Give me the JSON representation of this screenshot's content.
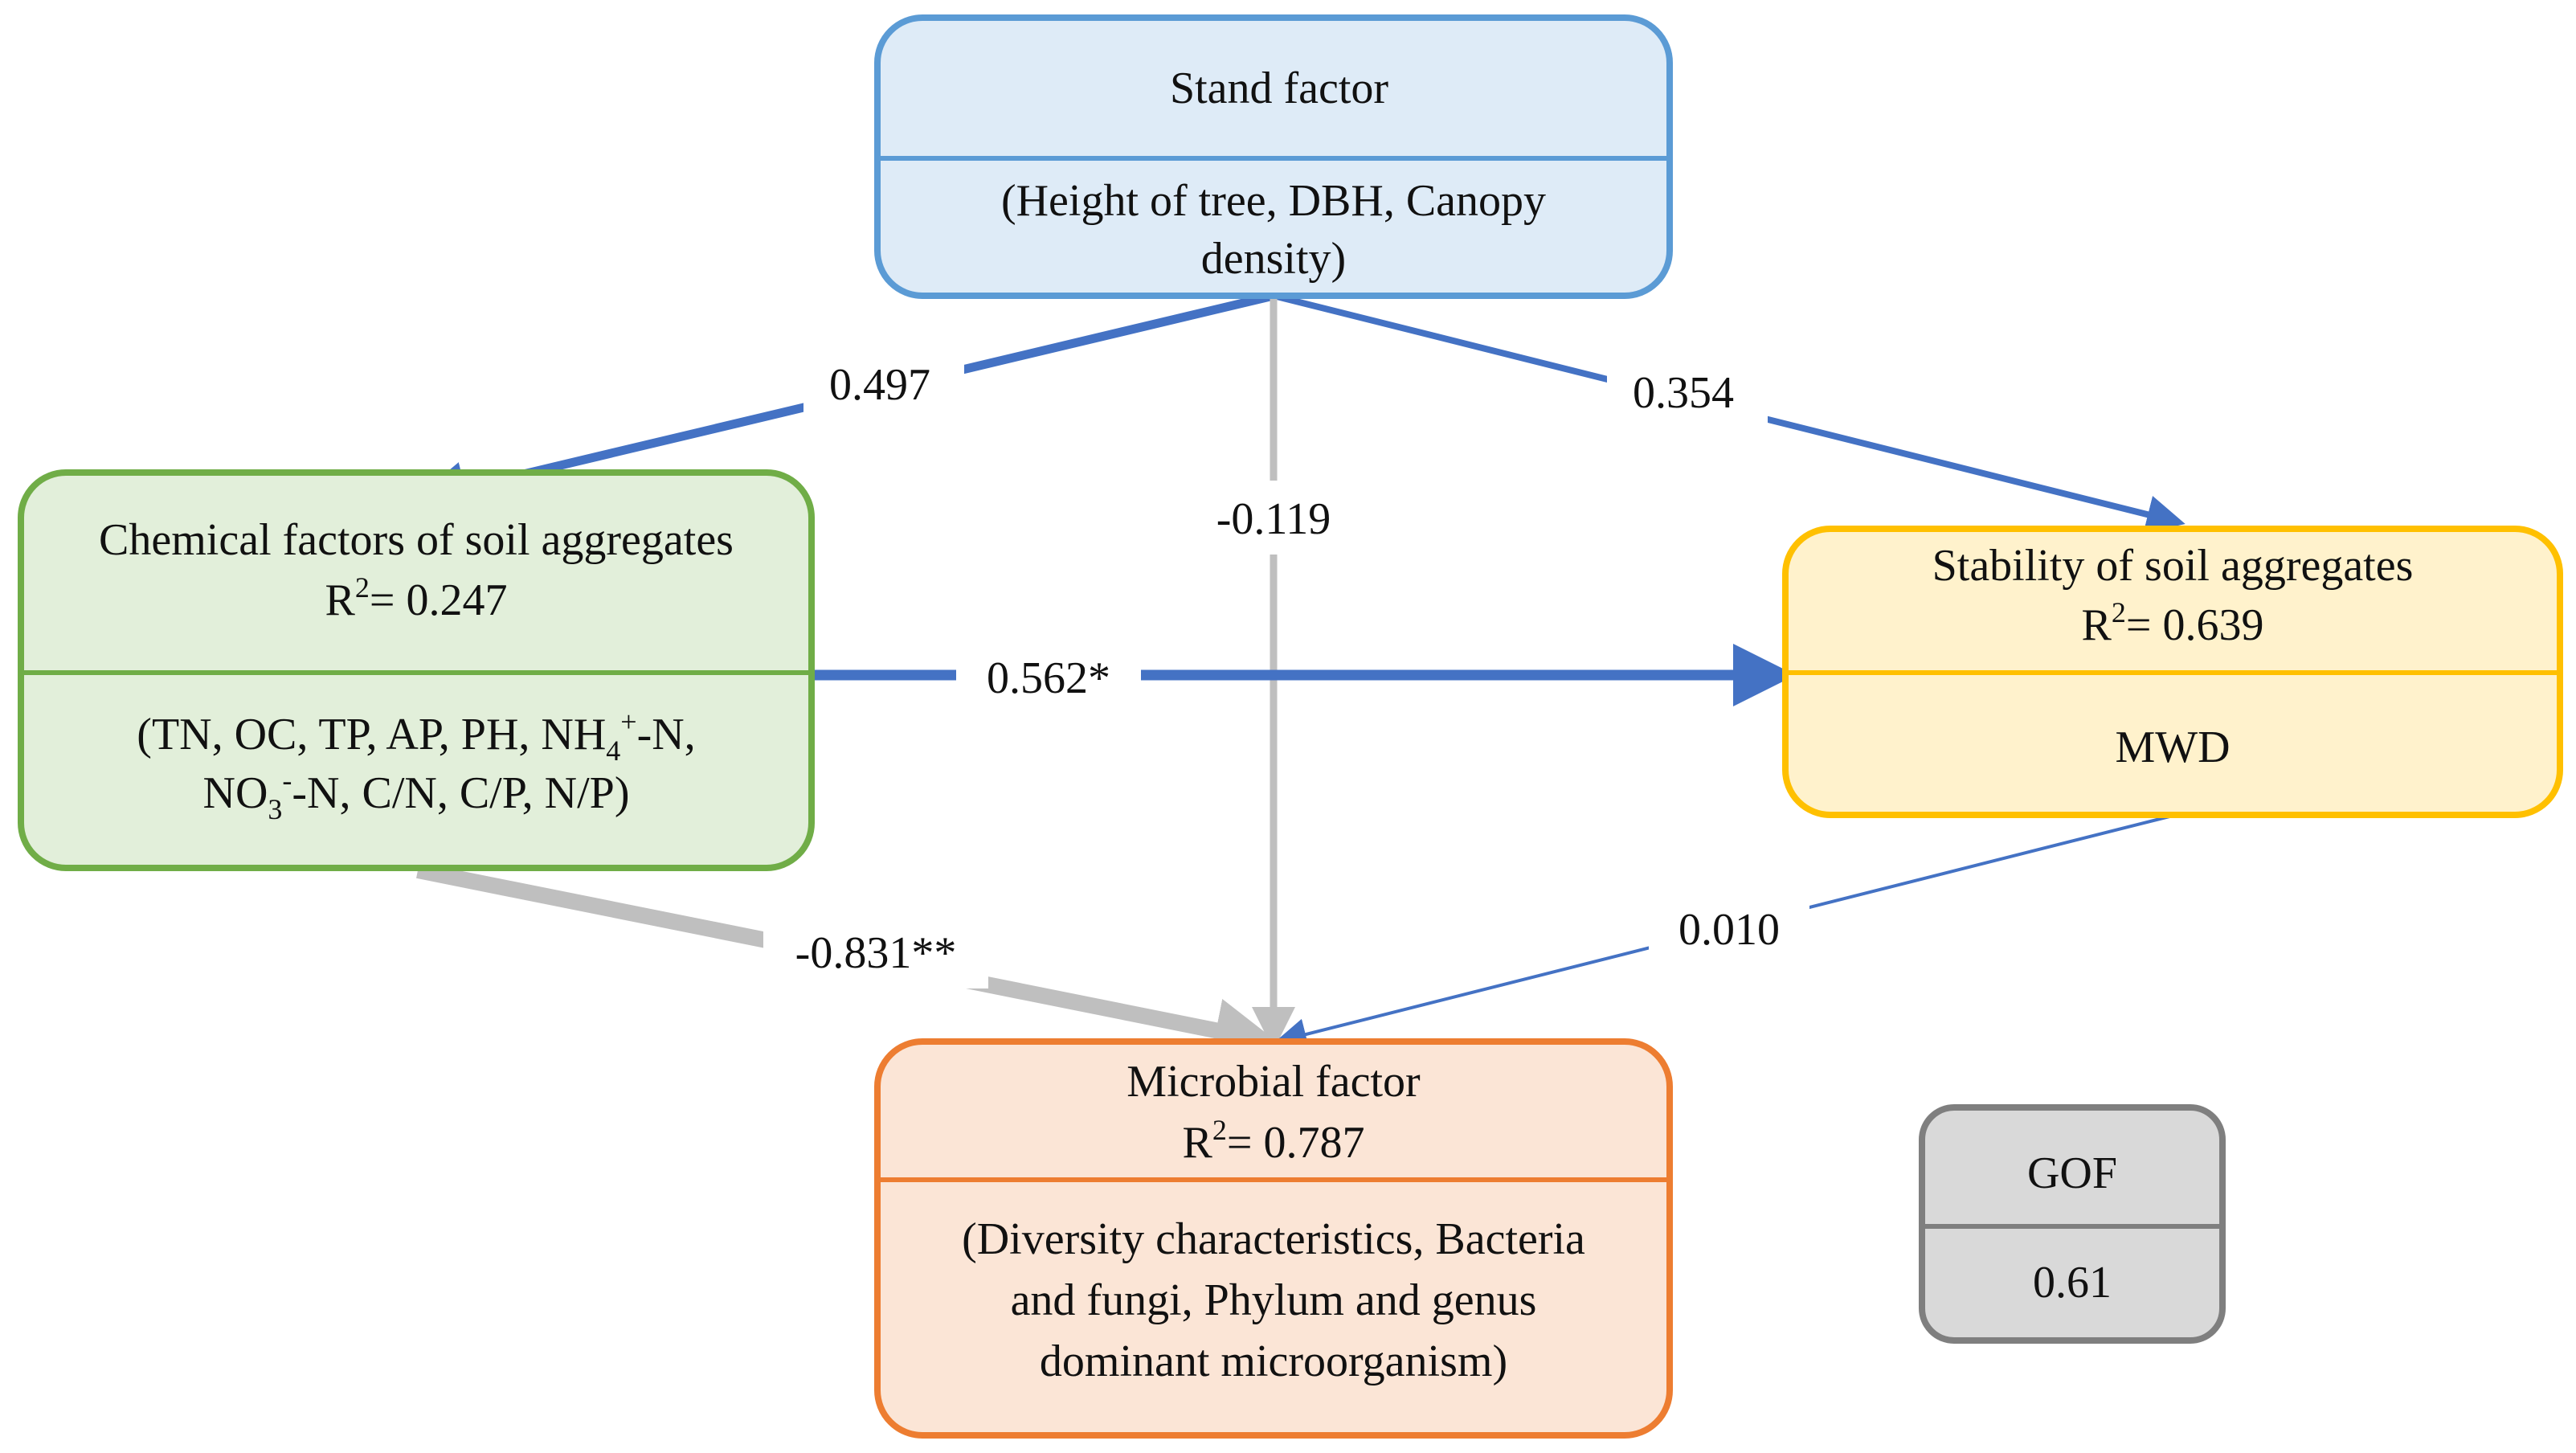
{
  "nodes": {
    "stand": {
      "title": "Stand factor",
      "body_line1": "(Height of tree, DBH, Canopy",
      "body_line2": "density)",
      "fill": "#deebf7",
      "stroke": "#5b9bd5"
    },
    "chemical": {
      "title": "Chemical factors of soil aggregates",
      "r2_prefix": "R",
      "r2_sup": "2",
      "r2_value": "= 0.247",
      "body_line1_a": "(TN, OC, TP, AP, PH, NH",
      "body_line1_sub": "4",
      "body_line1_sup": "+",
      "body_line1_b": "-N,",
      "body_line2_a": "NO",
      "body_line2_sub": "3",
      "body_line2_sup": "-",
      "body_line2_b": "-N, C/N, C/P, N/P)",
      "fill": "#e2efda",
      "stroke": "#70ad47"
    },
    "stability": {
      "title": "Stability of soil aggregates",
      "r2_prefix": "R",
      "r2_sup": "2",
      "r2_value": "= 0.639",
      "body": "MWD",
      "fill": "#fff2cc",
      "stroke": "#ffc000"
    },
    "microbial": {
      "title": "Microbial factor",
      "r2_prefix": "R",
      "r2_sup": "2",
      "r2_value": "= 0.787",
      "body_line1": "(Diversity characteristics, Bacteria",
      "body_line2": "and fungi, Phylum and genus",
      "body_line3": "dominant microorganism)",
      "fill": "#fbe5d6",
      "stroke": "#ed7d31"
    },
    "gof": {
      "title": "GOF",
      "value": "0.61",
      "fill": "#d9d9d9",
      "stroke": "#7f7f7f"
    }
  },
  "edges": {
    "stand_to_chemical": {
      "coefficient": "0.497",
      "color": "#4472c4"
    },
    "stand_to_stability": {
      "coefficient": "0.354",
      "color": "#4472c4"
    },
    "stand_to_microbial": {
      "coefficient": "-0.119",
      "color": "#bfbfbf"
    },
    "chemical_to_stability": {
      "coefficient": "0.562*",
      "color": "#4472c4"
    },
    "chemical_to_microbial": {
      "coefficient": "-0.831**",
      "color": "#bfbfbf"
    },
    "stability_to_microbial": {
      "coefficient": "0.010",
      "color": "#4472c4"
    }
  }
}
